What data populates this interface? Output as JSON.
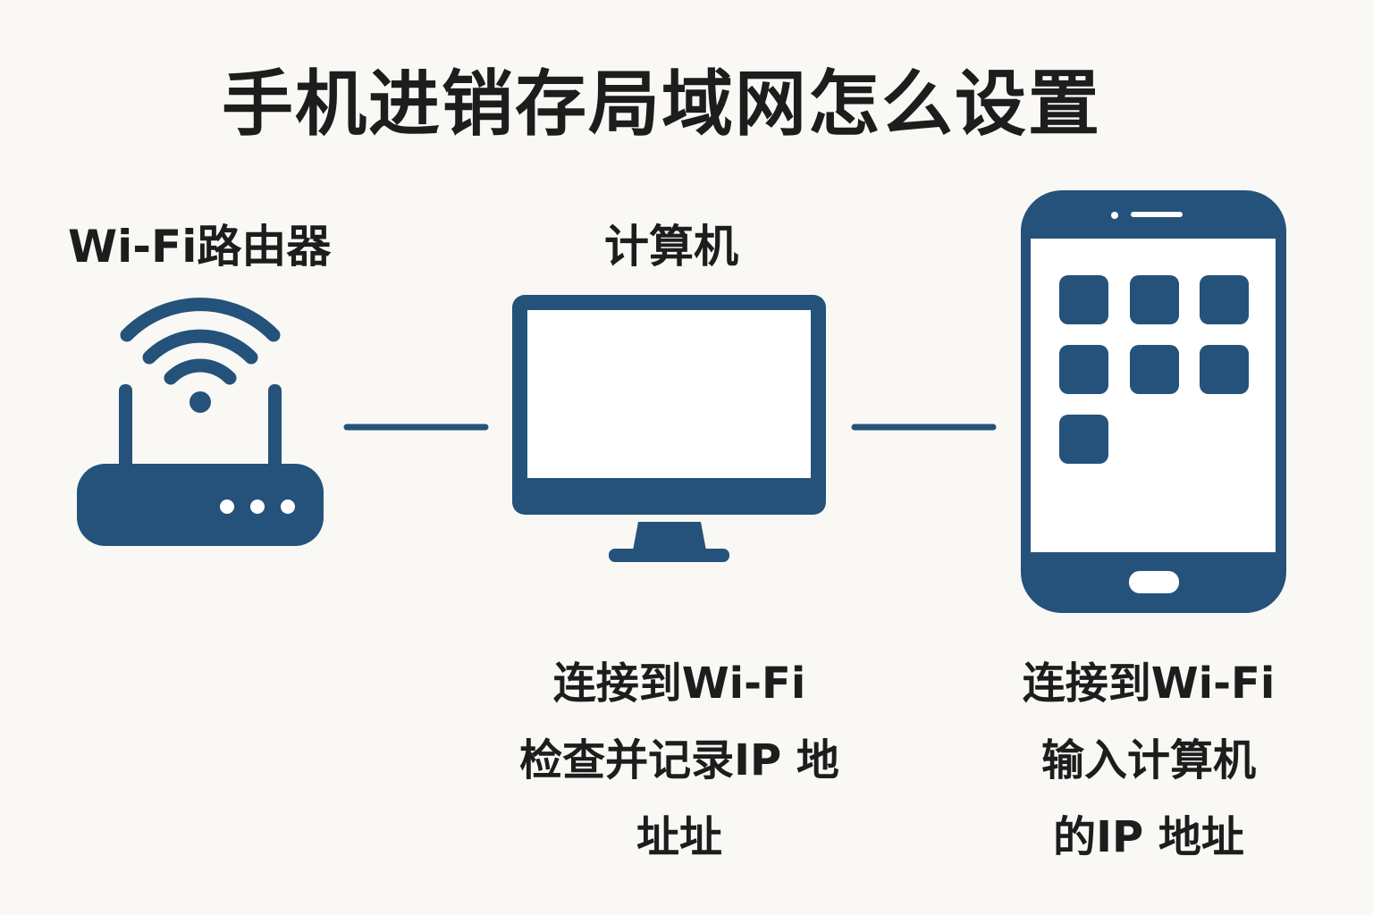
{
  "title": "手机进销存局域网怎么设置",
  "colors": {
    "icon": "#24527a",
    "background": "#f9f8f5",
    "screen": "#ffffff",
    "text": "#1d1d1d"
  },
  "nodes": [
    {
      "label": "Wi-Fi路由器",
      "icon": "wifi-router-icon"
    },
    {
      "label": "计算机",
      "icon": "monitor-icon",
      "steps": [
        "连接到Wi-Fi",
        "检查并记录IP 地",
        "址址"
      ]
    },
    {
      "label": "",
      "icon": "smartphone-icon",
      "steps": [
        "连接到Wi-Fi",
        "输入计算机",
        "的IP 地址"
      ]
    }
  ]
}
